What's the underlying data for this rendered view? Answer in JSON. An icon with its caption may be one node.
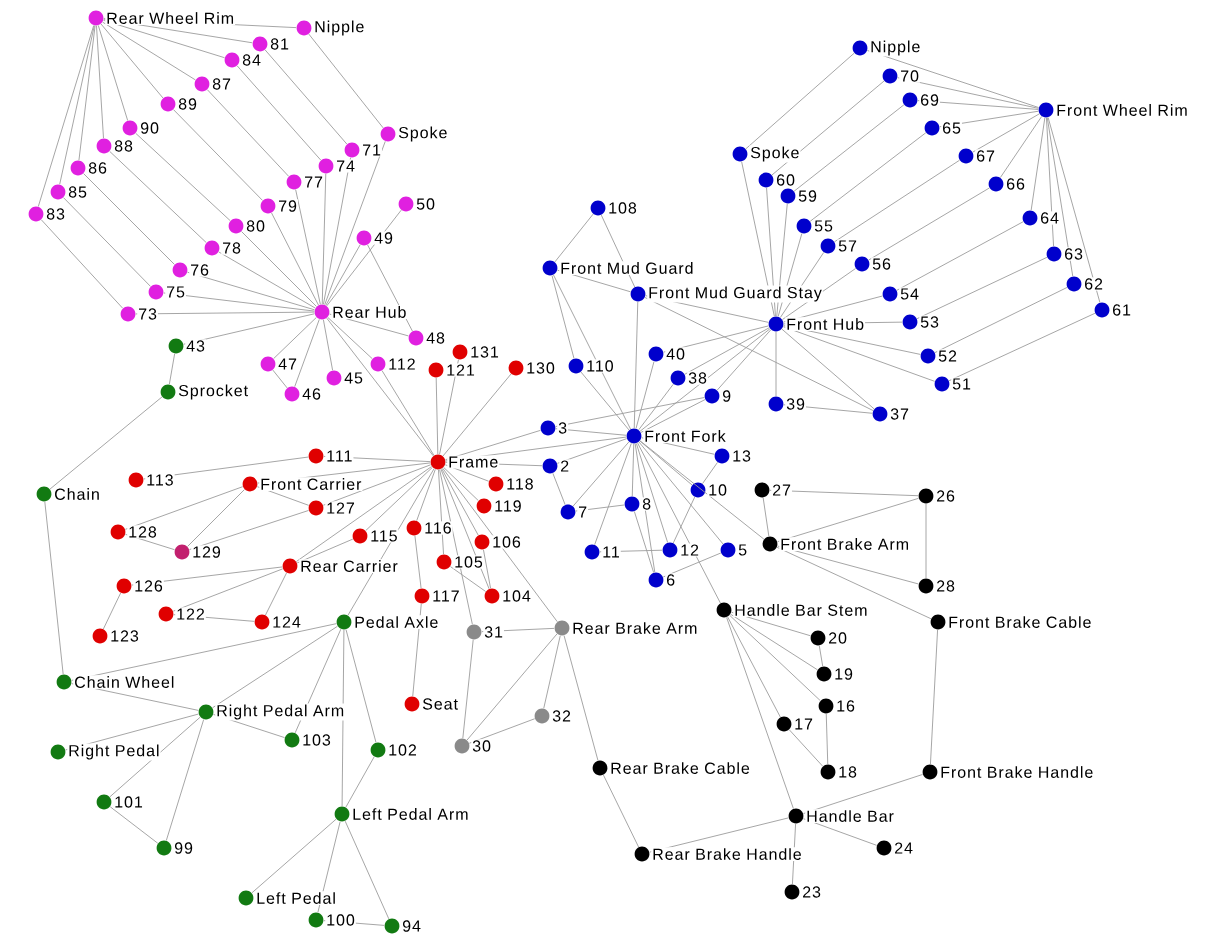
{
  "diagram": {
    "nodes": [
      {
        "text": [],
        "shape": "circle",
        "beside": [
          "Rear Wheel Rim"
        ]
      },
      {
        "text": [],
        "shape": "circle",
        "beside": [
          "Nipple"
        ]
      },
      {
        "text": [],
        "shape": "circle",
        "beside": [
          "81"
        ]
      },
      {
        "text": [],
        "shape": "circle",
        "beside": [
          "84"
        ]
      },
      {
        "text": [],
        "shape": "circle",
        "beside": [
          "87"
        ]
      },
      {
        "text": [],
        "shape": "circle",
        "beside": [
          "89"
        ]
      },
      {
        "text": [],
        "shape": "circle",
        "beside": [
          "90"
        ]
      },
      {
        "text": [],
        "shape": "circle",
        "beside": [
          "88"
        ]
      },
      {
        "text": [],
        "shape": "circle",
        "beside": [
          "86"
        ]
      },
      {
        "text": [],
        "shape": "circle",
        "beside": [
          "85"
        ]
      },
      {
        "text": [],
        "shape": "circle",
        "beside": [
          "83"
        ]
      },
      {
        "text": [],
        "shape": "circle",
        "beside": [
          "Spoke"
        ]
      },
      {
        "text": [],
        "shape": "circle",
        "beside": [
          "71"
        ]
      },
      {
        "text": [],
        "shape": "circle",
        "beside": [
          "74"
        ]
      },
      {
        "text": [],
        "shape": "circle",
        "beside": [
          "77"
        ]
      },
      {
        "text": [],
        "shape": "circle",
        "beside": [
          "79"
        ]
      },
      {
        "text": [],
        "shape": "circle",
        "beside": [
          "80"
        ]
      },
      {
        "text": [],
        "shape": "circle",
        "beside": [
          "78"
        ]
      },
      {
        "text": [],
        "shape": "circle",
        "beside": [
          "76"
        ]
      },
      {
        "text": [],
        "shape": "circle",
        "beside": [
          "75"
        ]
      },
      {
        "text": [],
        "shape": "circle",
        "beside": [
          "73"
        ]
      },
      {
        "text": [],
        "shape": "circle",
        "beside": [
          "Rear Hub"
        ]
      },
      {
        "text": [],
        "shape": "circle",
        "beside": [
          "50"
        ]
      },
      {
        "text": [],
        "shape": "circle",
        "beside": [
          "49"
        ]
      },
      {
        "text": [],
        "shape": "circle",
        "beside": [
          "48"
        ]
      },
      {
        "text": [],
        "shape": "circle",
        "beside": [
          "47"
        ]
      },
      {
        "text": [],
        "shape": "circle",
        "beside": [
          "45"
        ]
      },
      {
        "text": [],
        "shape": "circle",
        "beside": [
          "46"
        ]
      },
      {
        "text": [],
        "shape": "circle",
        "beside": [
          "112"
        ]
      },
      {
        "text": [],
        "shape": "circle",
        "beside": [
          "131"
        ]
      },
      {
        "text": [],
        "shape": "circle",
        "beside": [
          "121"
        ]
      },
      {
        "text": [],
        "shape": "circle",
        "beside": [
          "130"
        ]
      },
      {
        "text": [],
        "shape": "circle",
        "beside": [
          "Frame"
        ]
      },
      {
        "text": [],
        "shape": "circle",
        "beside": [
          "111"
        ]
      },
      {
        "text": [],
        "shape": "circle",
        "beside": [
          "113"
        ]
      },
      {
        "text": [],
        "shape": "circle",
        "beside": [
          "Front Carrier"
        ]
      },
      {
        "text": [],
        "shape": "circle",
        "beside": [
          "118"
        ]
      },
      {
        "text": [],
        "shape": "circle",
        "beside": [
          "127"
        ]
      },
      {
        "text": [],
        "shape": "circle",
        "beside": [
          "119"
        ]
      },
      {
        "text": [],
        "shape": "circle",
        "beside": [
          "128"
        ]
      },
      {
        "text": [],
        "shape": "circle",
        "beside": [
          "129"
        ]
      },
      {
        "text": [],
        "shape": "circle",
        "beside": [
          "115"
        ]
      },
      {
        "text": [],
        "shape": "circle",
        "beside": [
          "116"
        ]
      },
      {
        "text": [],
        "shape": "circle",
        "beside": [
          "106"
        ]
      },
      {
        "text": [],
        "shape": "circle",
        "beside": [
          "105"
        ]
      },
      {
        "text": [],
        "shape": "circle",
        "beside": [
          "Rear Carrier"
        ]
      },
      {
        "text": [],
        "shape": "circle",
        "beside": [
          "126"
        ]
      },
      {
        "text": [],
        "shape": "circle",
        "beside": [
          "117"
        ]
      },
      {
        "text": [],
        "shape": "circle",
        "beside": [
          "104"
        ]
      },
      {
        "text": [],
        "shape": "circle",
        "beside": [
          "122"
        ]
      },
      {
        "text": [],
        "shape": "circle",
        "beside": [
          "124"
        ]
      },
      {
        "text": [],
        "shape": "circle",
        "beside": [
          "123"
        ]
      },
      {
        "text": [],
        "shape": "circle",
        "beside": [
          "Seat"
        ]
      },
      {
        "text": [],
        "shape": "circle",
        "beside": [
          "43"
        ]
      },
      {
        "text": [],
        "shape": "circle",
        "beside": [
          "Sprocket"
        ]
      },
      {
        "text": [],
        "shape": "circle",
        "beside": [
          "Chain"
        ]
      },
      {
        "text": [],
        "shape": "circle",
        "beside": [
          "Chain Wheel"
        ]
      },
      {
        "text": [],
        "shape": "circle",
        "beside": [
          "Pedal Axle"
        ]
      },
      {
        "text": [],
        "shape": "circle",
        "beside": [
          "Right Pedal Arm"
        ]
      },
      {
        "text": [],
        "shape": "circle",
        "beside": [
          "Right Pedal"
        ]
      },
      {
        "text": [],
        "shape": "circle",
        "beside": [
          "103"
        ]
      },
      {
        "text": [],
        "shape": "circle",
        "beside": [
          "102"
        ]
      },
      {
        "text": [],
        "shape": "circle",
        "beside": [
          "101"
        ]
      },
      {
        "text": [],
        "shape": "circle",
        "beside": [
          "99"
        ]
      },
      {
        "text": [],
        "shape": "circle",
        "beside": [
          "Left Pedal Arm"
        ]
      },
      {
        "text": [],
        "shape": "circle",
        "beside": [
          "Left Pedal"
        ]
      },
      {
        "text": [],
        "shape": "circle",
        "beside": [
          "100"
        ]
      },
      {
        "text": [],
        "shape": "circle",
        "beside": [
          "94"
        ]
      },
      {
        "text": [],
        "shape": "circle",
        "beside": [
          "31"
        ]
      },
      {
        "text": [],
        "shape": "circle",
        "beside": [
          "Rear Brake Arm"
        ]
      },
      {
        "text": [],
        "shape": "circle",
        "beside": [
          "32"
        ]
      },
      {
        "text": [],
        "shape": "circle",
        "beside": [
          "30"
        ]
      },
      {
        "text": [],
        "shape": "circle",
        "beside": [
          "Nipple"
        ]
      },
      {
        "text": [],
        "shape": "circle",
        "beside": [
          "70"
        ]
      },
      {
        "text": [],
        "shape": "circle",
        "beside": [
          "69"
        ]
      },
      {
        "text": [],
        "shape": "circle",
        "beside": [
          "Front Wheel Rim"
        ]
      },
      {
        "text": [],
        "shape": "circle",
        "beside": [
          "65"
        ]
      },
      {
        "text": [],
        "shape": "circle",
        "beside": [
          "Spoke"
        ]
      },
      {
        "text": [],
        "shape": "circle",
        "beside": [
          "67"
        ]
      },
      {
        "text": [],
        "shape": "circle",
        "beside": [
          "60"
        ]
      },
      {
        "text": [],
        "shape": "circle",
        "beside": [
          "59"
        ]
      },
      {
        "text": [],
        "shape": "circle",
        "beside": [
          "66"
        ]
      },
      {
        "text": [],
        "shape": "circle",
        "beside": [
          "108"
        ]
      },
      {
        "text": [],
        "shape": "circle",
        "beside": [
          "64"
        ]
      },
      {
        "text": [],
        "shape": "circle",
        "beside": [
          "55"
        ]
      },
      {
        "text": [],
        "shape": "circle",
        "beside": [
          "57"
        ]
      },
      {
        "text": [],
        "shape": "circle",
        "beside": [
          "63"
        ]
      },
      {
        "text": [],
        "shape": "circle",
        "beside": [
          "56"
        ]
      },
      {
        "text": [],
        "shape": "circle",
        "beside": [
          "Front Mud Guard"
        ]
      },
      {
        "text": [],
        "shape": "circle",
        "beside": [
          "62"
        ]
      },
      {
        "text": [],
        "shape": "circle",
        "beside": [
          "Front Mud Guard Stay"
        ]
      },
      {
        "text": [],
        "shape": "circle",
        "beside": [
          "54"
        ]
      },
      {
        "text": [],
        "shape": "circle",
        "beside": [
          "61"
        ]
      },
      {
        "text": [],
        "shape": "circle",
        "beside": [
          "Front Hub"
        ]
      },
      {
        "text": [],
        "shape": "circle",
        "beside": [
          "53"
        ]
      },
      {
        "text": [],
        "shape": "circle",
        "beside": [
          "40"
        ]
      },
      {
        "text": [],
        "shape": "circle",
        "beside": [
          "52"
        ]
      },
      {
        "text": [],
        "shape": "circle",
        "beside": [
          "110"
        ]
      },
      {
        "text": [],
        "shape": "circle",
        "beside": [
          "38"
        ]
      },
      {
        "text": [],
        "shape": "circle",
        "beside": [
          "51"
        ]
      },
      {
        "text": [],
        "shape": "circle",
        "beside": [
          "9"
        ]
      },
      {
        "text": [],
        "shape": "circle",
        "beside": [
          "39"
        ]
      },
      {
        "text": [],
        "shape": "circle",
        "beside": [
          "37"
        ]
      },
      {
        "text": [],
        "shape": "circle",
        "beside": [
          "3"
        ]
      },
      {
        "text": [],
        "shape": "circle",
        "beside": [
          "Front Fork"
        ]
      },
      {
        "text": [],
        "shape": "circle",
        "beside": [
          "13"
        ]
      },
      {
        "text": [],
        "shape": "circle",
        "beside": [
          "2"
        ]
      },
      {
        "text": [],
        "shape": "circle",
        "beside": [
          "10"
        ]
      },
      {
        "text": [],
        "shape": "circle",
        "beside": [
          "8"
        ]
      },
      {
        "text": [],
        "shape": "circle",
        "beside": [
          "7"
        ]
      },
      {
        "text": [],
        "shape": "circle",
        "beside": [
          "11"
        ]
      },
      {
        "text": [],
        "shape": "circle",
        "beside": [
          "12"
        ]
      },
      {
        "text": [],
        "shape": "circle",
        "beside": [
          "5"
        ]
      },
      {
        "text": [],
        "shape": "circle",
        "beside": [
          "6"
        ]
      },
      {
        "text": [],
        "shape": "circle",
        "beside": [
          "27"
        ]
      },
      {
        "text": [],
        "shape": "circle",
        "beside": [
          "26"
        ]
      },
      {
        "text": [],
        "shape": "circle",
        "beside": [
          "Front Brake Arm"
        ]
      },
      {
        "text": [],
        "shape": "circle",
        "beside": [
          "28"
        ]
      },
      {
        "text": [],
        "shape": "circle",
        "beside": [
          "Handle Bar Stem"
        ]
      },
      {
        "text": [],
        "shape": "circle",
        "beside": [
          "Front Brake Cable"
        ]
      },
      {
        "text": [],
        "shape": "circle",
        "beside": [
          "20"
        ]
      },
      {
        "text": [],
        "shape": "circle",
        "beside": [
          "19"
        ]
      },
      {
        "text": [],
        "shape": "circle",
        "beside": [
          "16"
        ]
      },
      {
        "text": [],
        "shape": "circle",
        "beside": [
          "17"
        ]
      },
      {
        "text": [],
        "shape": "circle",
        "beside": [
          "Rear Brake Cable"
        ]
      },
      {
        "text": [],
        "shape": "circle",
        "beside": [
          "18"
        ]
      },
      {
        "text": [],
        "shape": "circle",
        "beside": [
          "Front Brake Handle"
        ]
      },
      {
        "text": [],
        "shape": "circle",
        "beside": [
          "Handle Bar"
        ]
      },
      {
        "text": [],
        "shape": "circle",
        "beside": [
          "Rear Brake Handle"
        ]
      },
      {
        "text": [],
        "shape": "circle",
        "beside": [
          "24"
        ]
      },
      {
        "text": [],
        "shape": "circle",
        "beside": [
          "23"
        ]
      }
    ],
    "edges": [
      {
        "from": 0,
        "to": 1,
        "arrow": "none"
      },
      {
        "from": 0,
        "to": 2,
        "arrow": "none"
      },
      {
        "from": 0,
        "to": 3,
        "arrow": "none"
      },
      {
        "from": 0,
        "to": 4,
        "arrow": "none"
      },
      {
        "from": 0,
        "to": 5,
        "arrow": "none"
      },
      {
        "from": 0,
        "to": 6,
        "arrow": "none"
      },
      {
        "from": 0,
        "to": 7,
        "arrow": "none"
      },
      {
        "from": 0,
        "to": 8,
        "arrow": "none"
      },
      {
        "from": 0,
        "to": 9,
        "arrow": "none"
      },
      {
        "from": 0,
        "to": 10,
        "arrow": "none"
      },
      {
        "from": 1,
        "to": 11,
        "arrow": "none"
      },
      {
        "from": 2,
        "to": 12,
        "arrow": "none"
      },
      {
        "from": 3,
        "to": 13,
        "arrow": "none"
      },
      {
        "from": 4,
        "to": 14,
        "arrow": "none"
      },
      {
        "from": 5,
        "to": 15,
        "arrow": "none"
      },
      {
        "from": 6,
        "to": 16,
        "arrow": "none"
      },
      {
        "from": 7,
        "to": 17,
        "arrow": "none"
      },
      {
        "from": 8,
        "to": 18,
        "arrow": "none"
      },
      {
        "from": 9,
        "to": 19,
        "arrow": "none"
      },
      {
        "from": 10,
        "to": 20,
        "arrow": "none"
      },
      {
        "from": 11,
        "to": 21,
        "arrow": "none"
      },
      {
        "from": 12,
        "to": 21,
        "arrow": "none"
      },
      {
        "from": 13,
        "to": 21,
        "arrow": "none"
      },
      {
        "from": 14,
        "to": 21,
        "arrow": "none"
      },
      {
        "from": 15,
        "to": 21,
        "arrow": "none"
      },
      {
        "from": 16,
        "to": 21,
        "arrow": "none"
      },
      {
        "from": 17,
        "to": 21,
        "arrow": "none"
      },
      {
        "from": 18,
        "to": 21,
        "arrow": "none"
      },
      {
        "from": 19,
        "to": 21,
        "arrow": "none"
      },
      {
        "from": 20,
        "to": 21,
        "arrow": "none"
      },
      {
        "from": 21,
        "to": 22,
        "arrow": "none"
      },
      {
        "from": 21,
        "to": 23,
        "arrow": "none"
      },
      {
        "from": 23,
        "to": 24,
        "arrow": "none"
      },
      {
        "from": 21,
        "to": 24,
        "arrow": "none"
      },
      {
        "from": 21,
        "to": 25,
        "arrow": "none"
      },
      {
        "from": 21,
        "to": 26,
        "arrow": "none"
      },
      {
        "from": 21,
        "to": 27,
        "arrow": "none"
      },
      {
        "from": 25,
        "to": 27,
        "arrow": "none"
      },
      {
        "from": 21,
        "to": 28,
        "arrow": "none"
      },
      {
        "from": 21,
        "to": 32,
        "arrow": "none"
      },
      {
        "from": 21,
        "to": 53,
        "arrow": "none"
      },
      {
        "from": 53,
        "to": 54,
        "arrow": "none"
      },
      {
        "from": 54,
        "to": 55,
        "arrow": "none"
      },
      {
        "from": 55,
        "to": 56,
        "arrow": "none"
      },
      {
        "from": 56,
        "to": 58,
        "arrow": "none"
      },
      {
        "from": 56,
        "to": 57,
        "arrow": "none"
      },
      {
        "from": 58,
        "to": 57,
        "arrow": "none"
      },
      {
        "from": 58,
        "to": 59,
        "arrow": "none"
      },
      {
        "from": 58,
        "to": 60,
        "arrow": "none"
      },
      {
        "from": 58,
        "to": 62,
        "arrow": "none"
      },
      {
        "from": 58,
        "to": 63,
        "arrow": "none"
      },
      {
        "from": 62,
        "to": 63,
        "arrow": "none"
      },
      {
        "from": 57,
        "to": 60,
        "arrow": "none"
      },
      {
        "from": 57,
        "to": 61,
        "arrow": "none"
      },
      {
        "from": 57,
        "to": 64,
        "arrow": "none"
      },
      {
        "from": 61,
        "to": 64,
        "arrow": "none"
      },
      {
        "from": 64,
        "to": 65,
        "arrow": "none"
      },
      {
        "from": 64,
        "to": 66,
        "arrow": "none"
      },
      {
        "from": 64,
        "to": 67,
        "arrow": "none"
      },
      {
        "from": 66,
        "to": 67,
        "arrow": "none"
      },
      {
        "from": 57,
        "to": 32,
        "arrow": "none"
      },
      {
        "from": 32,
        "to": 29,
        "arrow": "none"
      },
      {
        "from": 32,
        "to": 30,
        "arrow": "none"
      },
      {
        "from": 32,
        "to": 31,
        "arrow": "none"
      },
      {
        "from": 32,
        "to": 28,
        "arrow": "none"
      },
      {
        "from": 32,
        "to": 33,
        "arrow": "none"
      },
      {
        "from": 33,
        "to": 34,
        "arrow": "none"
      },
      {
        "from": 32,
        "to": 35,
        "arrow": "none"
      },
      {
        "from": 32,
        "to": 36,
        "arrow": "none"
      },
      {
        "from": 32,
        "to": 37,
        "arrow": "none"
      },
      {
        "from": 32,
        "to": 38,
        "arrow": "none"
      },
      {
        "from": 35,
        "to": 37,
        "arrow": "none"
      },
      {
        "from": 35,
        "to": 39,
        "arrow": "none"
      },
      {
        "from": 35,
        "to": 40,
        "arrow": "none"
      },
      {
        "from": 37,
        "to": 40,
        "arrow": "none"
      },
      {
        "from": 39,
        "to": 40,
        "arrow": "none"
      },
      {
        "from": 32,
        "to": 41,
        "arrow": "none"
      },
      {
        "from": 32,
        "to": 42,
        "arrow": "none"
      },
      {
        "from": 32,
        "to": 43,
        "arrow": "none"
      },
      {
        "from": 32,
        "to": 44,
        "arrow": "none"
      },
      {
        "from": 32,
        "to": 45,
        "arrow": "none"
      },
      {
        "from": 45,
        "to": 41,
        "arrow": "none"
      },
      {
        "from": 45,
        "to": 46,
        "arrow": "none"
      },
      {
        "from": 45,
        "to": 49,
        "arrow": "none"
      },
      {
        "from": 45,
        "to": 50,
        "arrow": "none"
      },
      {
        "from": 46,
        "to": 51,
        "arrow": "none"
      },
      {
        "from": 49,
        "to": 50,
        "arrow": "none"
      },
      {
        "from": 42,
        "to": 47,
        "arrow": "none"
      },
      {
        "from": 47,
        "to": 52,
        "arrow": "none"
      },
      {
        "from": 44,
        "to": 48,
        "arrow": "none"
      },
      {
        "from": 43,
        "to": 48,
        "arrow": "none"
      },
      {
        "from": 32,
        "to": 48,
        "arrow": "none"
      },
      {
        "from": 32,
        "to": 68,
        "arrow": "none"
      },
      {
        "from": 32,
        "to": 69,
        "arrow": "none"
      },
      {
        "from": 32,
        "to": 103,
        "arrow": "none"
      },
      {
        "from": 32,
        "to": 106,
        "arrow": "none"
      },
      {
        "from": 32,
        "to": 104,
        "arrow": "none"
      },
      {
        "from": 68,
        "to": 69,
        "arrow": "none"
      },
      {
        "from": 68,
        "to": 71,
        "arrow": "none"
      },
      {
        "from": 69,
        "to": 71,
        "arrow": "none"
      },
      {
        "from": 71,
        "to": 70,
        "arrow": "none"
      },
      {
        "from": 69,
        "to": 70,
        "arrow": "none"
      },
      {
        "from": 69,
        "to": 124,
        "arrow": "none"
      },
      {
        "from": 124,
        "to": 128,
        "arrow": "none"
      },
      {
        "from": 128,
        "to": 127,
        "arrow": "none"
      },
      {
        "from": 127,
        "to": 126,
        "arrow": "none"
      },
      {
        "from": 127,
        "to": 129,
        "arrow": "none"
      },
      {
        "from": 127,
        "to": 130,
        "arrow": "none"
      },
      {
        "from": 127,
        "to": 118,
        "arrow": "none"
      },
      {
        "from": 126,
        "to": 119,
        "arrow": "none"
      },
      {
        "from": 119,
        "to": 116,
        "arrow": "none"
      },
      {
        "from": 116,
        "to": 115,
        "arrow": "none"
      },
      {
        "from": 116,
        "to": 117,
        "arrow": "none"
      },
      {
        "from": 115,
        "to": 117,
        "arrow": "none"
      },
      {
        "from": 114,
        "to": 115,
        "arrow": "none"
      },
      {
        "from": 114,
        "to": 116,
        "arrow": "none"
      },
      {
        "from": 116,
        "to": 104,
        "arrow": "none"
      },
      {
        "from": 118,
        "to": 120,
        "arrow": "none"
      },
      {
        "from": 118,
        "to": 121,
        "arrow": "none"
      },
      {
        "from": 118,
        "to": 122,
        "arrow": "none"
      },
      {
        "from": 118,
        "to": 123,
        "arrow": "none"
      },
      {
        "from": 120,
        "to": 121,
        "arrow": "none"
      },
      {
        "from": 122,
        "to": 125,
        "arrow": "none"
      },
      {
        "from": 123,
        "to": 125,
        "arrow": "none"
      },
      {
        "from": 118,
        "to": 104,
        "arrow": "none"
      },
      {
        "from": 75,
        "to": 72,
        "arrow": "none"
      },
      {
        "from": 75,
        "to": 73,
        "arrow": "none"
      },
      {
        "from": 75,
        "to": 74,
        "arrow": "none"
      },
      {
        "from": 75,
        "to": 76,
        "arrow": "none"
      },
      {
        "from": 75,
        "to": 78,
        "arrow": "none"
      },
      {
        "from": 75,
        "to": 81,
        "arrow": "none"
      },
      {
        "from": 75,
        "to": 83,
        "arrow": "none"
      },
      {
        "from": 75,
        "to": 86,
        "arrow": "none"
      },
      {
        "from": 75,
        "to": 89,
        "arrow": "none"
      },
      {
        "from": 75,
        "to": 92,
        "arrow": "none"
      },
      {
        "from": 72,
        "to": 77,
        "arrow": "none"
      },
      {
        "from": 73,
        "to": 79,
        "arrow": "none"
      },
      {
        "from": 74,
        "to": 80,
        "arrow": "none"
      },
      {
        "from": 76,
        "to": 84,
        "arrow": "none"
      },
      {
        "from": 78,
        "to": 85,
        "arrow": "none"
      },
      {
        "from": 81,
        "to": 87,
        "arrow": "none"
      },
      {
        "from": 83,
        "to": 91,
        "arrow": "none"
      },
      {
        "from": 86,
        "to": 94,
        "arrow": "none"
      },
      {
        "from": 89,
        "to": 96,
        "arrow": "none"
      },
      {
        "from": 92,
        "to": 99,
        "arrow": "none"
      },
      {
        "from": 77,
        "to": 93,
        "arrow": "none"
      },
      {
        "from": 79,
        "to": 93,
        "arrow": "none"
      },
      {
        "from": 80,
        "to": 93,
        "arrow": "none"
      },
      {
        "from": 84,
        "to": 93,
        "arrow": "none"
      },
      {
        "from": 85,
        "to": 93,
        "arrow": "none"
      },
      {
        "from": 87,
        "to": 93,
        "arrow": "none"
      },
      {
        "from": 91,
        "to": 93,
        "arrow": "none"
      },
      {
        "from": 94,
        "to": 93,
        "arrow": "none"
      },
      {
        "from": 96,
        "to": 93,
        "arrow": "none"
      },
      {
        "from": 99,
        "to": 93,
        "arrow": "none"
      },
      {
        "from": 82,
        "to": 88,
        "arrow": "none"
      },
      {
        "from": 82,
        "to": 90,
        "arrow": "none"
      },
      {
        "from": 88,
        "to": 90,
        "arrow": "none"
      },
      {
        "from": 88,
        "to": 97,
        "arrow": "none"
      },
      {
        "from": 88,
        "to": 104,
        "arrow": "none"
      },
      {
        "from": 90,
        "to": 93,
        "arrow": "none"
      },
      {
        "from": 90,
        "to": 104,
        "arrow": "none"
      },
      {
        "from": 90,
        "to": 102,
        "arrow": "none"
      },
      {
        "from": 93,
        "to": 101,
        "arrow": "none"
      },
      {
        "from": 93,
        "to": 102,
        "arrow": "none"
      },
      {
        "from": 93,
        "to": 95,
        "arrow": "none"
      },
      {
        "from": 93,
        "to": 98,
        "arrow": "none"
      },
      {
        "from": 93,
        "to": 100,
        "arrow": "none"
      },
      {
        "from": 93,
        "to": 104,
        "arrow": "none"
      },
      {
        "from": 101,
        "to": 102,
        "arrow": "none"
      },
      {
        "from": 103,
        "to": 100,
        "arrow": "none"
      },
      {
        "from": 95,
        "to": 104,
        "arrow": "none"
      },
      {
        "from": 98,
        "to": 104,
        "arrow": "none"
      },
      {
        "from": 100,
        "to": 104,
        "arrow": "none"
      },
      {
        "from": 97,
        "to": 104,
        "arrow": "none"
      },
      {
        "from": 104,
        "to": 103,
        "arrow": "none"
      },
      {
        "from": 104,
        "to": 106,
        "arrow": "none"
      },
      {
        "from": 104,
        "to": 109,
        "arrow": "none"
      },
      {
        "from": 104,
        "to": 108,
        "arrow": "none"
      },
      {
        "from": 104,
        "to": 110,
        "arrow": "none"
      },
      {
        "from": 104,
        "to": 111,
        "arrow": "none"
      },
      {
        "from": 104,
        "to": 113,
        "arrow": "none"
      },
      {
        "from": 104,
        "to": 112,
        "arrow": "none"
      },
      {
        "from": 104,
        "to": 107,
        "arrow": "none"
      },
      {
        "from": 104,
        "to": 105,
        "arrow": "none"
      },
      {
        "from": 109,
        "to": 108,
        "arrow": "none"
      },
      {
        "from": 110,
        "to": 111,
        "arrow": "none"
      },
      {
        "from": 108,
        "to": 113,
        "arrow": "none"
      },
      {
        "from": 107,
        "to": 111,
        "arrow": "none"
      },
      {
        "from": 112,
        "to": 113,
        "arrow": "none"
      },
      {
        "from": 105,
        "to": 107,
        "arrow": "none"
      },
      {
        "from": 106,
        "to": 109,
        "arrow": "none"
      }
    ]
  }
}
